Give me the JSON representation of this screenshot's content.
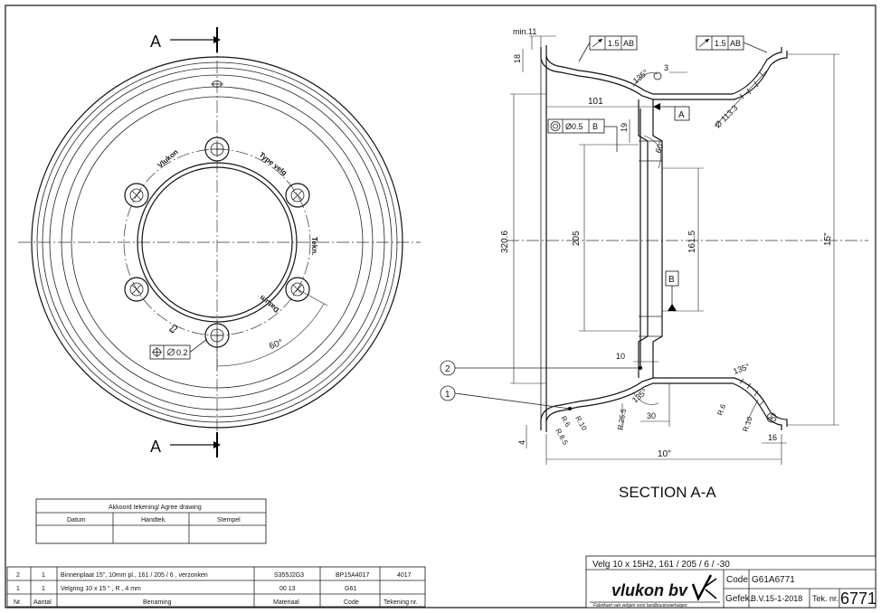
{
  "front_view": {
    "section_marker_top": "A",
    "section_marker_bottom": "A",
    "hub_labels": {
      "vlukon": "Vlukon",
      "type": "Type velg",
      "tekn": "Tekn.",
      "datum": "Datum",
      "c": "C3"
    },
    "angle_label": "60°",
    "position_tol": "0.2"
  },
  "section_view": {
    "title": "SECTION A-A",
    "dims": {
      "min11": "min.11",
      "d18": "18",
      "d101": "101",
      "d19": "19",
      "d3206": "320.6",
      "d205": "205",
      "d1615": "161.5",
      "d15in": "15\"",
      "d10": "10",
      "d30": "30",
      "d10in": "10\"",
      "d16": "16",
      "d4": "4",
      "diam1133": "Ø 113.3",
      "ang135a": "135°",
      "ang135b": "135°",
      "ang135c": "135°",
      "ang60": "60°",
      "r6a": "R.6",
      "r10a": "R.10",
      "r85": "R.8.5",
      "r255": "R.25.5",
      "r6b": "R.6",
      "r10b": "R.10",
      "d3": "3"
    },
    "runout1": {
      "val": "1.5",
      "ref": "AB"
    },
    "runout2": {
      "val": "1.5",
      "ref": "AB"
    },
    "conc": {
      "val": "Ø0.5",
      "ref": "B"
    },
    "datum_a": "A",
    "datum_b": "B",
    "balloon1": "1",
    "balloon2": "2"
  },
  "approval": {
    "title": "Akkoord tekening/ Agree drawing",
    "cols": [
      "Datum",
      "Handtek.",
      "Stempel"
    ]
  },
  "parts_list": {
    "rows": [
      [
        "2",
        "1",
        "Binnenplaat 15\", 10mm pl., 161 / 205 / 6 , verzonken",
        "S355J2G3",
        "BP15A4017",
        "4017"
      ],
      [
        "1",
        "1",
        "Velgring 10 x 15 \" , R , 4 mm",
        "00 13",
        "G61",
        ""
      ]
    ],
    "header": [
      "Nr.",
      "Aantal",
      "Benaming",
      "Materiaal",
      "Code",
      "Tekening nr."
    ]
  },
  "title_block": {
    "desc": "Velg 10 x 15H2, 161 / 205 / 6 / -30",
    "company": "vlukon bv",
    "tagline": "Fabrikant van velgen voor landbouwvoertuigen",
    "code_label": "Code",
    "code_value": "G61A6771",
    "gefek_label": "Gefek.",
    "gefek_value": "B.V.15-1-2018",
    "tek_label": "Tek. nr.",
    "tek_value": "6771"
  }
}
